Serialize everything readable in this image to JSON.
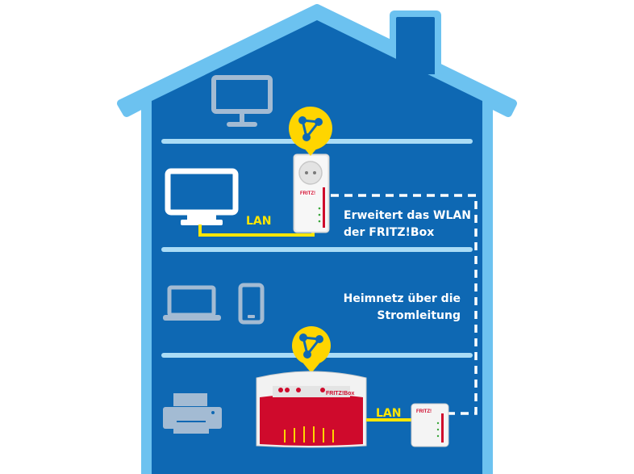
{
  "colors": {
    "sky_blue": "#6cc2f0",
    "house_blue": "#0e68b3",
    "floor_line": "#aadcf6",
    "icon_grey": "#a3bbd3",
    "lan_yellow": "#ffe600",
    "badge_yellow": "#ffd500",
    "fritz_red": "#cf0a2c",
    "device_white": "#f4f4f4"
  },
  "icons": {
    "floor1": [
      "monitor-icon"
    ],
    "floor2": [
      "tv-icon",
      "powerline-plug-adapter",
      "mesh-badge-icon"
    ],
    "floor3": [
      "laptop-icon",
      "smartphone-icon"
    ],
    "floor4": [
      "printer-icon",
      "fritzbox-router",
      "mesh-badge-icon",
      "powerline-adapter-small"
    ]
  },
  "labels": {
    "lan_upper": "LAN",
    "lan_lower": "LAN",
    "wlan_line1": "Erweitert das WLAN",
    "wlan_line2": "der FRITZ!Box",
    "powerline_line1": "Heimnetz über die",
    "powerline_line2": "Stromleitung"
  },
  "device_text": {
    "fritz_brand": "FRITZ!",
    "router_brand": "FRITZ!Box"
  }
}
